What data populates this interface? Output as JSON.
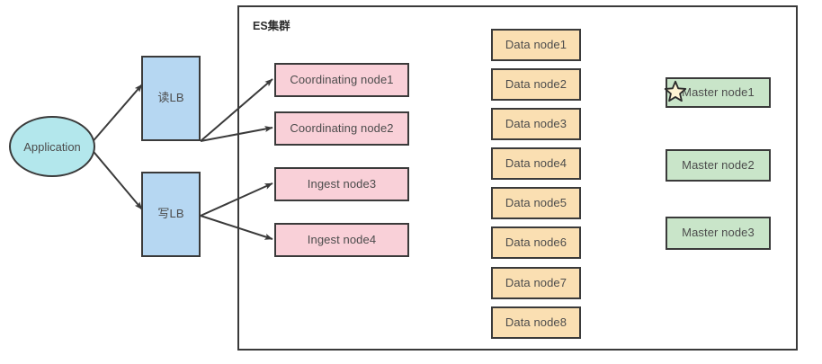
{
  "diagram": {
    "title": "ES集群 architecture",
    "cluster": {
      "label": "ES集群"
    },
    "client": {
      "label": "Application",
      "shape": "ellipse",
      "color": "#b3e7ec"
    },
    "load_balancers": [
      {
        "label": "读LB",
        "color": "#b6d7f2"
      },
      {
        "label": "写LB",
        "color": "#b6d7f2"
      }
    ],
    "gateway_nodes": [
      {
        "label": "Coordinating node1",
        "color": "#f9d0d8"
      },
      {
        "label": "Coordinating node2",
        "color": "#f9d0d8"
      },
      {
        "label": "Ingest node3",
        "color": "#f9d0d8"
      },
      {
        "label": "Ingest node4",
        "color": "#f9d0d8"
      }
    ],
    "data_nodes": [
      {
        "label": "Data node1",
        "color": "#fadfb2"
      },
      {
        "label": "Data node2",
        "color": "#fadfb2"
      },
      {
        "label": "Data node3",
        "color": "#fadfb2"
      },
      {
        "label": "Data node4",
        "color": "#fadfb2"
      },
      {
        "label": "Data node5",
        "color": "#fadfb2"
      },
      {
        "label": "Data node6",
        "color": "#fadfb2"
      },
      {
        "label": "Data node7",
        "color": "#fadfb2"
      },
      {
        "label": "Data node8",
        "color": "#fadfb2"
      }
    ],
    "master_nodes": [
      {
        "label": "Master node1",
        "color": "#c9e5c9",
        "elected": true,
        "icon": "star-icon"
      },
      {
        "label": "Master node2",
        "color": "#c9e5c9",
        "elected": false
      },
      {
        "label": "Master node3",
        "color": "#c9e5c9",
        "elected": false
      }
    ],
    "colors": {
      "stroke": "#3a3a3a",
      "text": "#4c4c4c",
      "star_fill": "#fdf3d3",
      "background": "#ffffff"
    }
  }
}
